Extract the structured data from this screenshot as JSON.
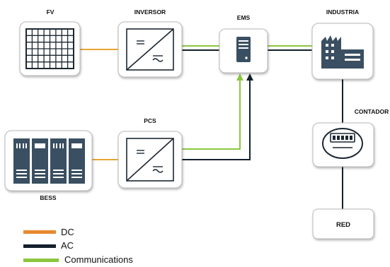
{
  "nodes": {
    "fv": {
      "label": "FV"
    },
    "inversor": {
      "label": "INVERSOR"
    },
    "ems": {
      "label": "EMS"
    },
    "industria": {
      "label": "INDUSTRIA"
    },
    "pcs": {
      "label": "PCS"
    },
    "bess": {
      "label": "BESS"
    },
    "contador": {
      "label": "CONTADOR"
    },
    "red": {
      "label": "RED"
    }
  },
  "legend": {
    "items": [
      {
        "label": "DC",
        "color": "#e8892f"
      },
      {
        "label": "AC",
        "color": "#14202c"
      },
      {
        "label": "Communications",
        "color": "#8cc63f"
      }
    ]
  },
  "colors": {
    "dc": "#e8a533",
    "ac": "#14202c",
    "comms": "#8cc63f",
    "equipment": "#3a4f61"
  }
}
